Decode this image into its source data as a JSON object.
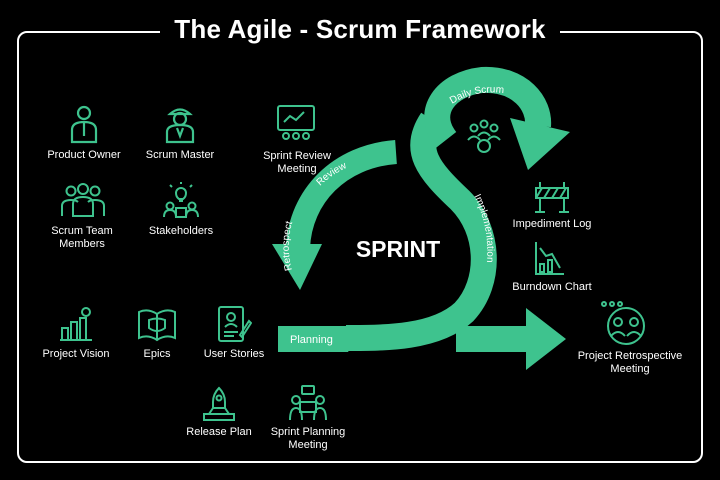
{
  "title": "The Agile - Scrum Framework",
  "center_label": "SPRINT",
  "cycle_labels": {
    "daily_scrum": "Daily Scrum",
    "review": "Review",
    "retrospect": "Retrospect",
    "implementation": "Implementation",
    "planning": "Planning"
  },
  "roles": {
    "product_owner": "Product Owner",
    "scrum_master": "Scrum Master",
    "scrum_team_members": "Scrum Team Members",
    "stakeholders": "Stakeholders"
  },
  "artifacts": {
    "project_vision": "Project Vision",
    "epics": "Epics",
    "user_stories": "User Stories",
    "release_plan": "Release Plan",
    "sprint_planning_meeting": "Sprint Planning Meeting",
    "sprint_review_meeting": "Sprint Review Meeting",
    "impediment_log": "Impediment Log",
    "burndown_chart": "Burndown Chart",
    "project_retrospective_meeting": "Project Retrospective Meeting"
  },
  "colors": {
    "accent": "#3ec38e",
    "background": "#000000",
    "text": "#ffffff"
  }
}
